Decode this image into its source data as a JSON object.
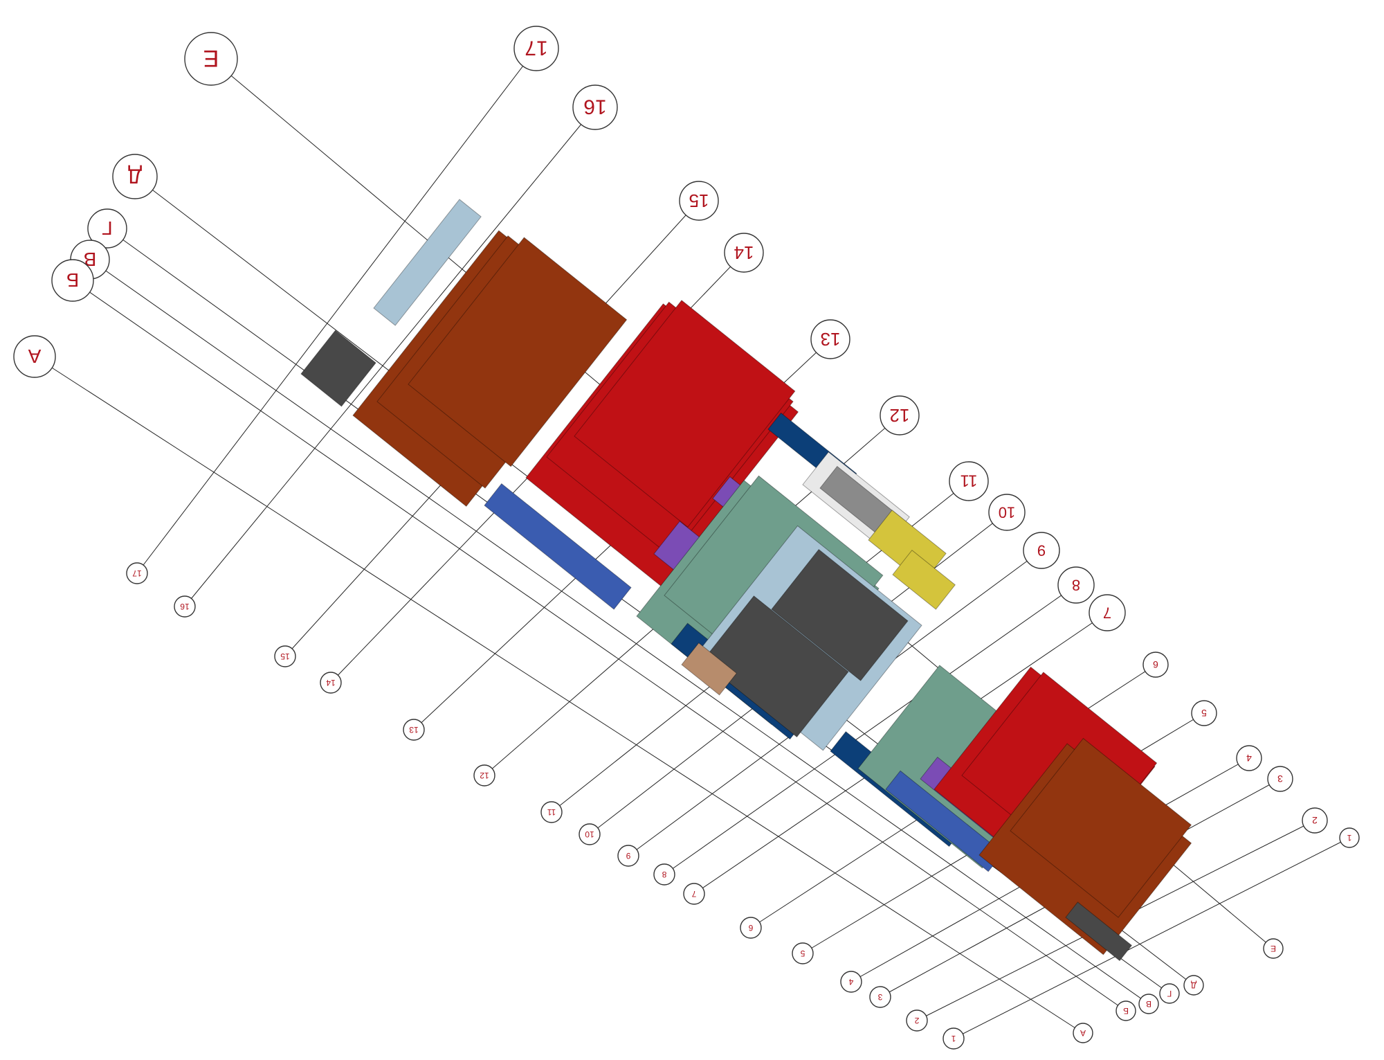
{
  "grid": {
    "bubble_stroke": "#333333",
    "text_color": "#b0141e",
    "line_color": "#222222",
    "number_axes_top": [
      "17",
      "16",
      "15",
      "14",
      "13",
      "12",
      "11",
      "10",
      "9",
      "8",
      "7",
      "6",
      "5",
      "4",
      "3",
      "2",
      "1"
    ],
    "letter_axes_top": [
      "Е",
      "Д",
      "Г",
      "В",
      "Б",
      "А"
    ],
    "number_axes_bottom": [
      "17",
      "16",
      "15",
      "14",
      "13",
      "12",
      "11",
      "10",
      "9",
      "8",
      "7",
      "6",
      "5",
      "4",
      "3",
      "2",
      "1"
    ],
    "letter_axes_bottom": [
      "Е",
      "Д",
      "Г",
      "В",
      "Б",
      "А"
    ]
  },
  "palette": {
    "brown": "#92350f",
    "red": "#c01115",
    "purple": "#7b4cb5",
    "sage": "#6f9e8c",
    "navy": "#0c3f78",
    "blue": "#3a5cb0",
    "light_blue": "#a8c3d4",
    "dark_gray": "#484848",
    "gray": "#8a8a8a",
    "light_gray": "#e8e8e8",
    "yellow": "#d4c43c",
    "tan": "#b78c6c"
  }
}
